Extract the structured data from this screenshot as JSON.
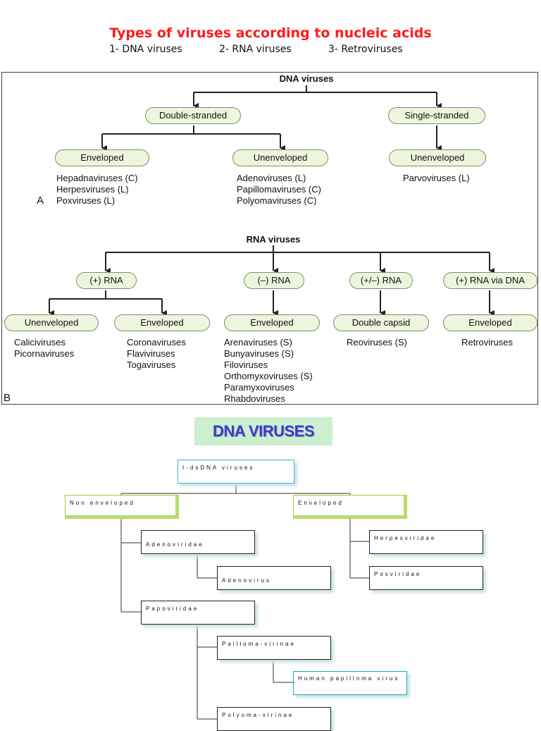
{
  "header": {
    "title": "Types of viruses according to nucleic acids",
    "types": [
      "1- DNA viruses",
      "2- RNA viruses",
      "3- Retroviruses"
    ]
  },
  "figure_a": {
    "letter": "A",
    "root": "DNA viruses",
    "double": "Double-stranded",
    "single": "Single-stranded",
    "env_label": "Enveloped",
    "unenv_label": "Unenveloped",
    "ss_unenv_label": "Unenveloped",
    "env_list": "Hepadnaviruses (C)\nHerpesviruses (L)\nPoxviruses (L)",
    "unenv_list": "Adenoviruses (L)\nPapillomaviruses (C)\nPolyomaviruses (C)",
    "ss_list": "Parvoviruses (L)"
  },
  "figure_b": {
    "letter": "B",
    "root": "RNA viruses",
    "plus": "(+) RNA",
    "minus": "(–) RNA",
    "plusminus": "(+/–) RNA",
    "viadna": "(+) RNA via DNA",
    "unenv": "Unenveloped",
    "env1": "Enveloped",
    "env2": "Enveloped",
    "dbl": "Double capsid",
    "env3": "Enveloped",
    "unenv_list": "Caliciviruses\nPicornaviruses",
    "env1_list": "Coronaviruses\nFlaviviruses\nTogaviruses",
    "env2_list": "Arenaviruses (S)\nBunyaviruses (S)\nFiloviruses\nOrthomyxoviruses (S)\nParamyxoviruses\nRhabdoviruses",
    "dbl_list": "Reoviruses (S)",
    "env3_list": "Retroviruses"
  },
  "dna_chart": {
    "banner": "DNA VIRUSES",
    "root": "I-dsDNA viruses",
    "nonenv": "Non enveloped",
    "env": "Enveloped",
    "adenoviridae": "Adenoviridae",
    "adenovirus": "Adenovirus",
    "papoviridae": "Papoviridae",
    "papilloma": "Pailloma-virinae",
    "hpv": "Human papilloma virus",
    "polyoma": "Polyoma-virinae",
    "herpes": "Herpesviridae",
    "pox": "Poxviridae"
  }
}
